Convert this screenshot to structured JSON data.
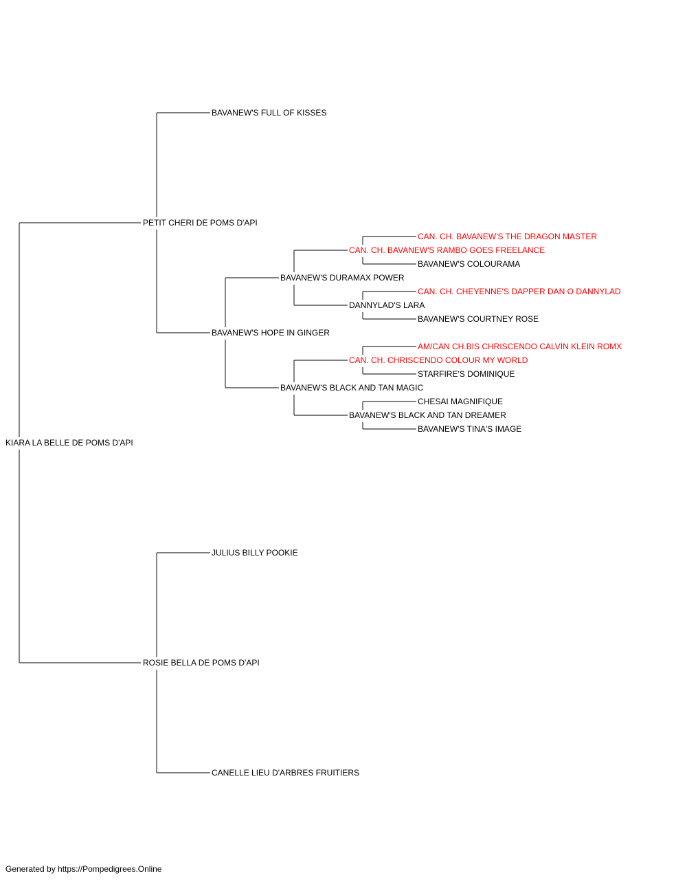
{
  "pedigree": {
    "subject": {
      "name": "KIARA LA BELLE DE POMS D'API",
      "champion": false
    },
    "sire": {
      "name": "PETIT CHERI DE POMS D'API",
      "champion": false,
      "sire": {
        "name": "BAVANEW'S FULL OF KISSES",
        "champion": false
      },
      "dam": {
        "name": "BAVANEW'S HOPE IN GINGER",
        "champion": false,
        "sire": {
          "name": "BAVANEW'S DURAMAX POWER",
          "champion": false,
          "sire": {
            "name": "CAN. CH. BAVANEW'S RAMBO GOES FREELANCE",
            "champion": true,
            "sire": {
              "name": "CAN. CH. BAVANEW'S THE DRAGON MASTER",
              "champion": true
            },
            "dam": {
              "name": "BAVANEW'S COLOURAMA",
              "champion": false
            }
          },
          "dam": {
            "name": "DANNYLAD'S LARA",
            "champion": false,
            "sire": {
              "name": "CAN. CH. CHEYENNE'S DAPPER DAN O DANNYLAD",
              "champion": true
            },
            "dam": {
              "name": "BAVANEW'S COURTNEY ROSE",
              "champion": false
            }
          }
        },
        "dam": {
          "name": "BAVANEW'S BLACK AND TAN MAGIC",
          "champion": false,
          "sire": {
            "name": "CAN. CH. CHRISCENDO COLOUR MY WORLD",
            "champion": true,
            "sire": {
              "name": "AM/CAN CH.BIS CHRISCENDO CALVIN KLEIN ROMX",
              "champion": true
            },
            "dam": {
              "name": "STARFIRE'S DOMINIQUE",
              "champion": false
            }
          },
          "dam": {
            "name": "BAVANEW'S BLACK AND TAN DREAMER",
            "champion": false,
            "sire": {
              "name": "CHESAI MAGNIFIQUE",
              "champion": false
            },
            "dam": {
              "name": "BAVANEW'S TINA'S IMAGE",
              "champion": false
            }
          }
        }
      }
    },
    "dam": {
      "name": "ROSIE BELLA DE POMS D'API",
      "champion": false,
      "sire": {
        "name": "JULIUS BILLY POOKIE",
        "champion": false
      },
      "dam": {
        "name": "CANELLE LIEU D'ARBRES FRUITIERS",
        "champion": false
      }
    }
  },
  "colors": {
    "champion": "#ff0000",
    "regular": "#000000",
    "connector": "#333333"
  },
  "footer": {
    "text": "Generated by https://Pompedigrees.Online"
  }
}
